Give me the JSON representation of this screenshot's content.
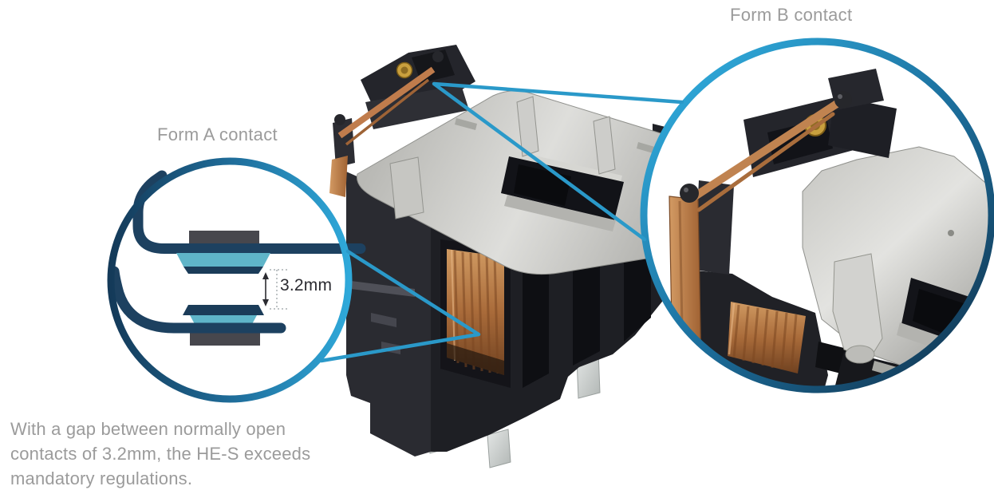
{
  "labels": {
    "form_a": "Form A contact",
    "form_b": "Form B contact",
    "gap_dimension": "3.2mm"
  },
  "caption": "With a gap between normally open contacts of 3.2mm, the HE-S exceeds mandatory regulations.",
  "colors": {
    "accent_blue": "#2a99c9",
    "ring_dark": "#143a58",
    "ring_light": "#2fa9da",
    "schematic_navy": "#1d4160",
    "schematic_teal": "#5fb5c9",
    "schematic_gray": "#47474d",
    "label_gray": "#9b9b9b",
    "dimension_text": "#2b2b31",
    "copper": "#c08350",
    "brass": "#c9a03e",
    "silver": "#d6d6d2",
    "plastic_black": "#1e1f24"
  }
}
